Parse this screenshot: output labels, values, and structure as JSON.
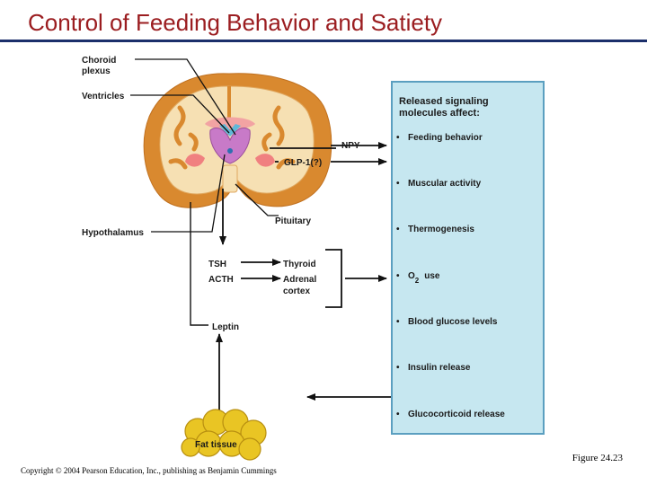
{
  "title": "Control of Feeding Behavior and Satiety",
  "labels": {
    "choroid_plexus_line1": "Choroid",
    "choroid_plexus_line2": "plexus",
    "ventricles": "Ventricles",
    "hypothalamus": "Hypothalamus",
    "npy": "NPY",
    "glp1": "GLP-1(?)",
    "pituitary": "Pituitary",
    "tsh": "TSH",
    "acth": "ACTH",
    "thyroid": "Thyroid",
    "adrenal_line1": "Adrenal",
    "adrenal_line2": "cortex",
    "leptin": "Leptin",
    "fat_tissue": "Fat tissue"
  },
  "effects_box": {
    "title_line1": "Released signaling",
    "title_line2": "molecules affect:",
    "items": [
      "Feeding behavior",
      "Muscular activity",
      "Thermogenesis",
      "O",
      "Blood glucose levels",
      "Insulin release",
      "Glucocorticoid release"
    ],
    "o2_subscript": "2",
    "o2_suffix": "use"
  },
  "figure_label": "Figure 24.23",
  "copyright": "Copyright © 2004 Pearson Education, Inc., publishing as Benjamin Cummings",
  "colors": {
    "title": "#9b1d20",
    "rule": "#1b2f6b",
    "box_fill": "#c6e7f0",
    "box_stroke": "#5b9fc0",
    "brain_outer": "#d9892f",
    "brain_inner": "#f6e0b3",
    "hypothalamus": "#c87ac8",
    "fat": "#e9c524"
  }
}
